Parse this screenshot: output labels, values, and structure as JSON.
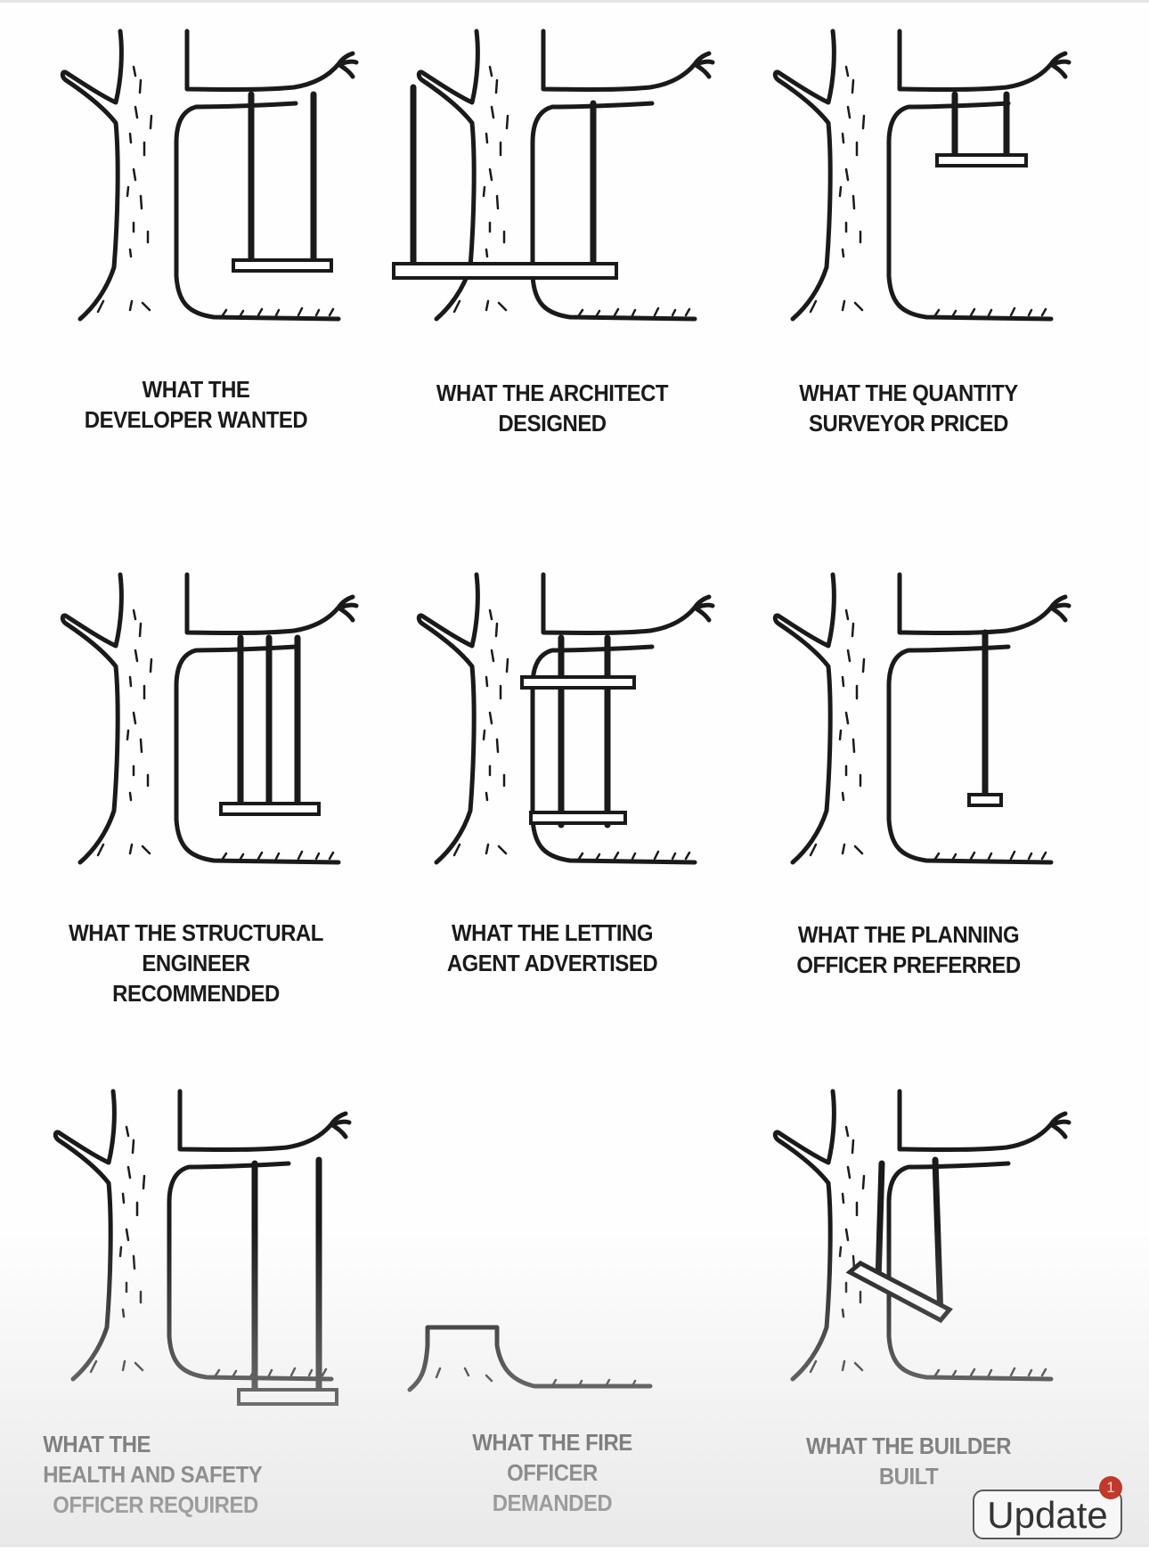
{
  "panels": [
    {
      "lines": [
        "WHAT THE",
        "DEVELOPER WANTED"
      ],
      "variant": "wanted"
    },
    {
      "lines": [
        "WHAT THE ARCHITECT",
        "DESIGNED"
      ],
      "variant": "architect"
    },
    {
      "lines": [
        "WHAT THE QUANTITY",
        "SURVEYOR PRICED"
      ],
      "variant": "quantity"
    },
    {
      "lines": [
        "WHAT THE STRUCTURAL",
        "ENGINEER",
        "RECOMMENDED"
      ],
      "variant": "structural"
    },
    {
      "lines": [
        "WHAT THE LETTING",
        "AGENT ADVERTISED"
      ],
      "variant": "letting"
    },
    {
      "lines": [
        "WHAT THE PLANNING",
        "OFFICER PREFERRED"
      ],
      "variant": "planning"
    },
    {
      "lines": [
        "WHAT THE",
        "HEALTH AND SAFETY",
        "OFFICER REQUIRED"
      ],
      "variant": "safety"
    },
    {
      "lines": [
        "WHAT THE FIRE",
        "OFFICER",
        "DEMANDED"
      ],
      "variant": "fire"
    },
    {
      "lines": [
        "WHAT THE BUILDER",
        "BUILT"
      ],
      "variant": "builder"
    }
  ],
  "update_button": {
    "label": "Update",
    "badge_count": "1"
  },
  "colors": {
    "ink": "#1a1a1a",
    "badge": "#c0392b"
  }
}
